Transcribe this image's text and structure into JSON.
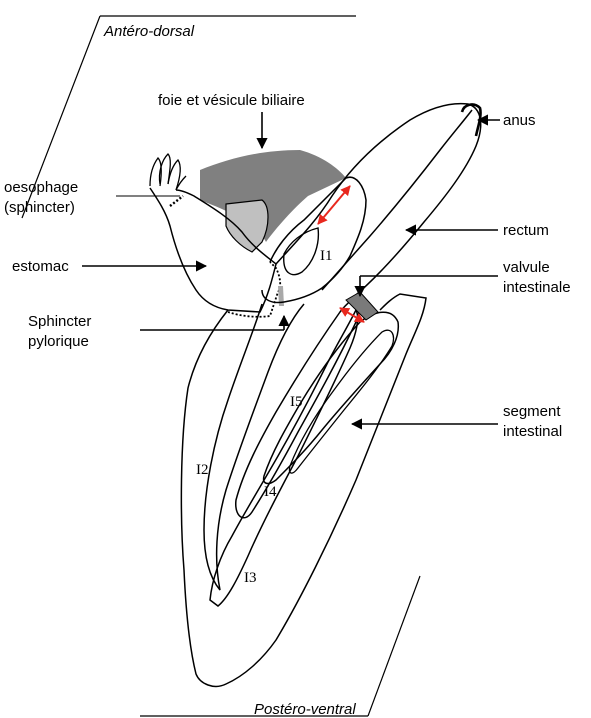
{
  "orientation": {
    "top": "Antéro-dorsal",
    "bottom": "Postéro-ventral"
  },
  "labels": {
    "liver": "foie et vésicule biliaire",
    "oesophagus_line1": "oesophage",
    "oesophagus_line2": "(sphincter)",
    "stomach": "estomac",
    "pylorus_line1": "Sphincter",
    "pylorus_line2": "pylorique",
    "anus": "anus",
    "rectum": "rectum",
    "valve_line1": "valvule",
    "valve_line2": "intestinale",
    "segment_line1": "segment",
    "segment_line2": "intestinal"
  },
  "segments": {
    "i1": "I1",
    "i2": "I2",
    "i3": "I3",
    "i4": "I4",
    "i5": "I5"
  },
  "colors": {
    "outline": "#000000",
    "liver_fill": "#808080",
    "gallbladder_fill": "#c0c0c0",
    "pylorus_fill": "#a9a9a9",
    "valve_fill": "#7a7a7a",
    "highlight_arrow": "#e8281e"
  }
}
